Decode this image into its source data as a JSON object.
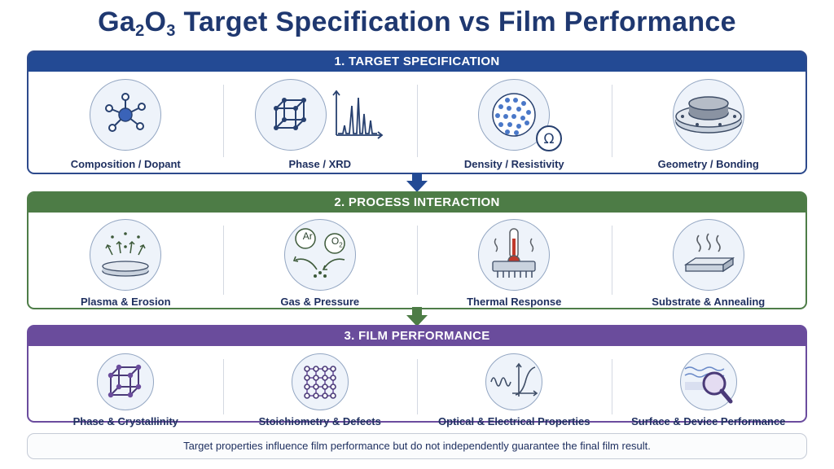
{
  "title": {
    "main": "Ga",
    "sub1": "2",
    "mid": "O",
    "sub2": "3",
    "rest": " Target Specification vs Film Performance"
  },
  "sections": [
    {
      "heading": "1. TARGET SPECIFICATION",
      "color": "#234a94",
      "items": [
        {
          "label": "Composition / Dopant",
          "icon": "molecule-icon"
        },
        {
          "label": "Phase / XRD",
          "icon": "crystal-xrd-icon"
        },
        {
          "label": "Density / Resistivity",
          "icon": "density-ohm-icon"
        },
        {
          "label": "Geometry / Bonding",
          "icon": "target-disc-icon"
        }
      ]
    },
    {
      "heading": "2. PROCESS INTERACTION",
      "color": "#4d7c46",
      "items": [
        {
          "label": "Plasma & Erosion",
          "icon": "plasma-erosion-icon"
        },
        {
          "label": "Gas & Pressure",
          "icon": "gas-pressure-icon",
          "gas1": "Ar",
          "gas2": "O",
          "gas2_sub": "2"
        },
        {
          "label": "Thermal Response",
          "icon": "thermometer-icon"
        },
        {
          "label": "Substrate & Annealing",
          "icon": "substrate-heat-icon"
        }
      ]
    },
    {
      "heading": "3. FILM PERFORMANCE",
      "color": "#6a4c9c",
      "items": [
        {
          "label": "Phase & Crystallinity",
          "icon": "crystal-lattice-icon"
        },
        {
          "label": "Stoichiometry & Defects",
          "icon": "lattice-grid-icon"
        },
        {
          "label": "Optical & Electrical Properties",
          "icon": "wave-curve-icon"
        },
        {
          "label": "Surface & Device Performance",
          "icon": "magnifier-surface-icon"
        }
      ]
    }
  ],
  "footer": "Target properties influence film performance but do not independently guarantee the final film result.",
  "arrow_colors": [
    "#234a94",
    "#4d7c46"
  ]
}
